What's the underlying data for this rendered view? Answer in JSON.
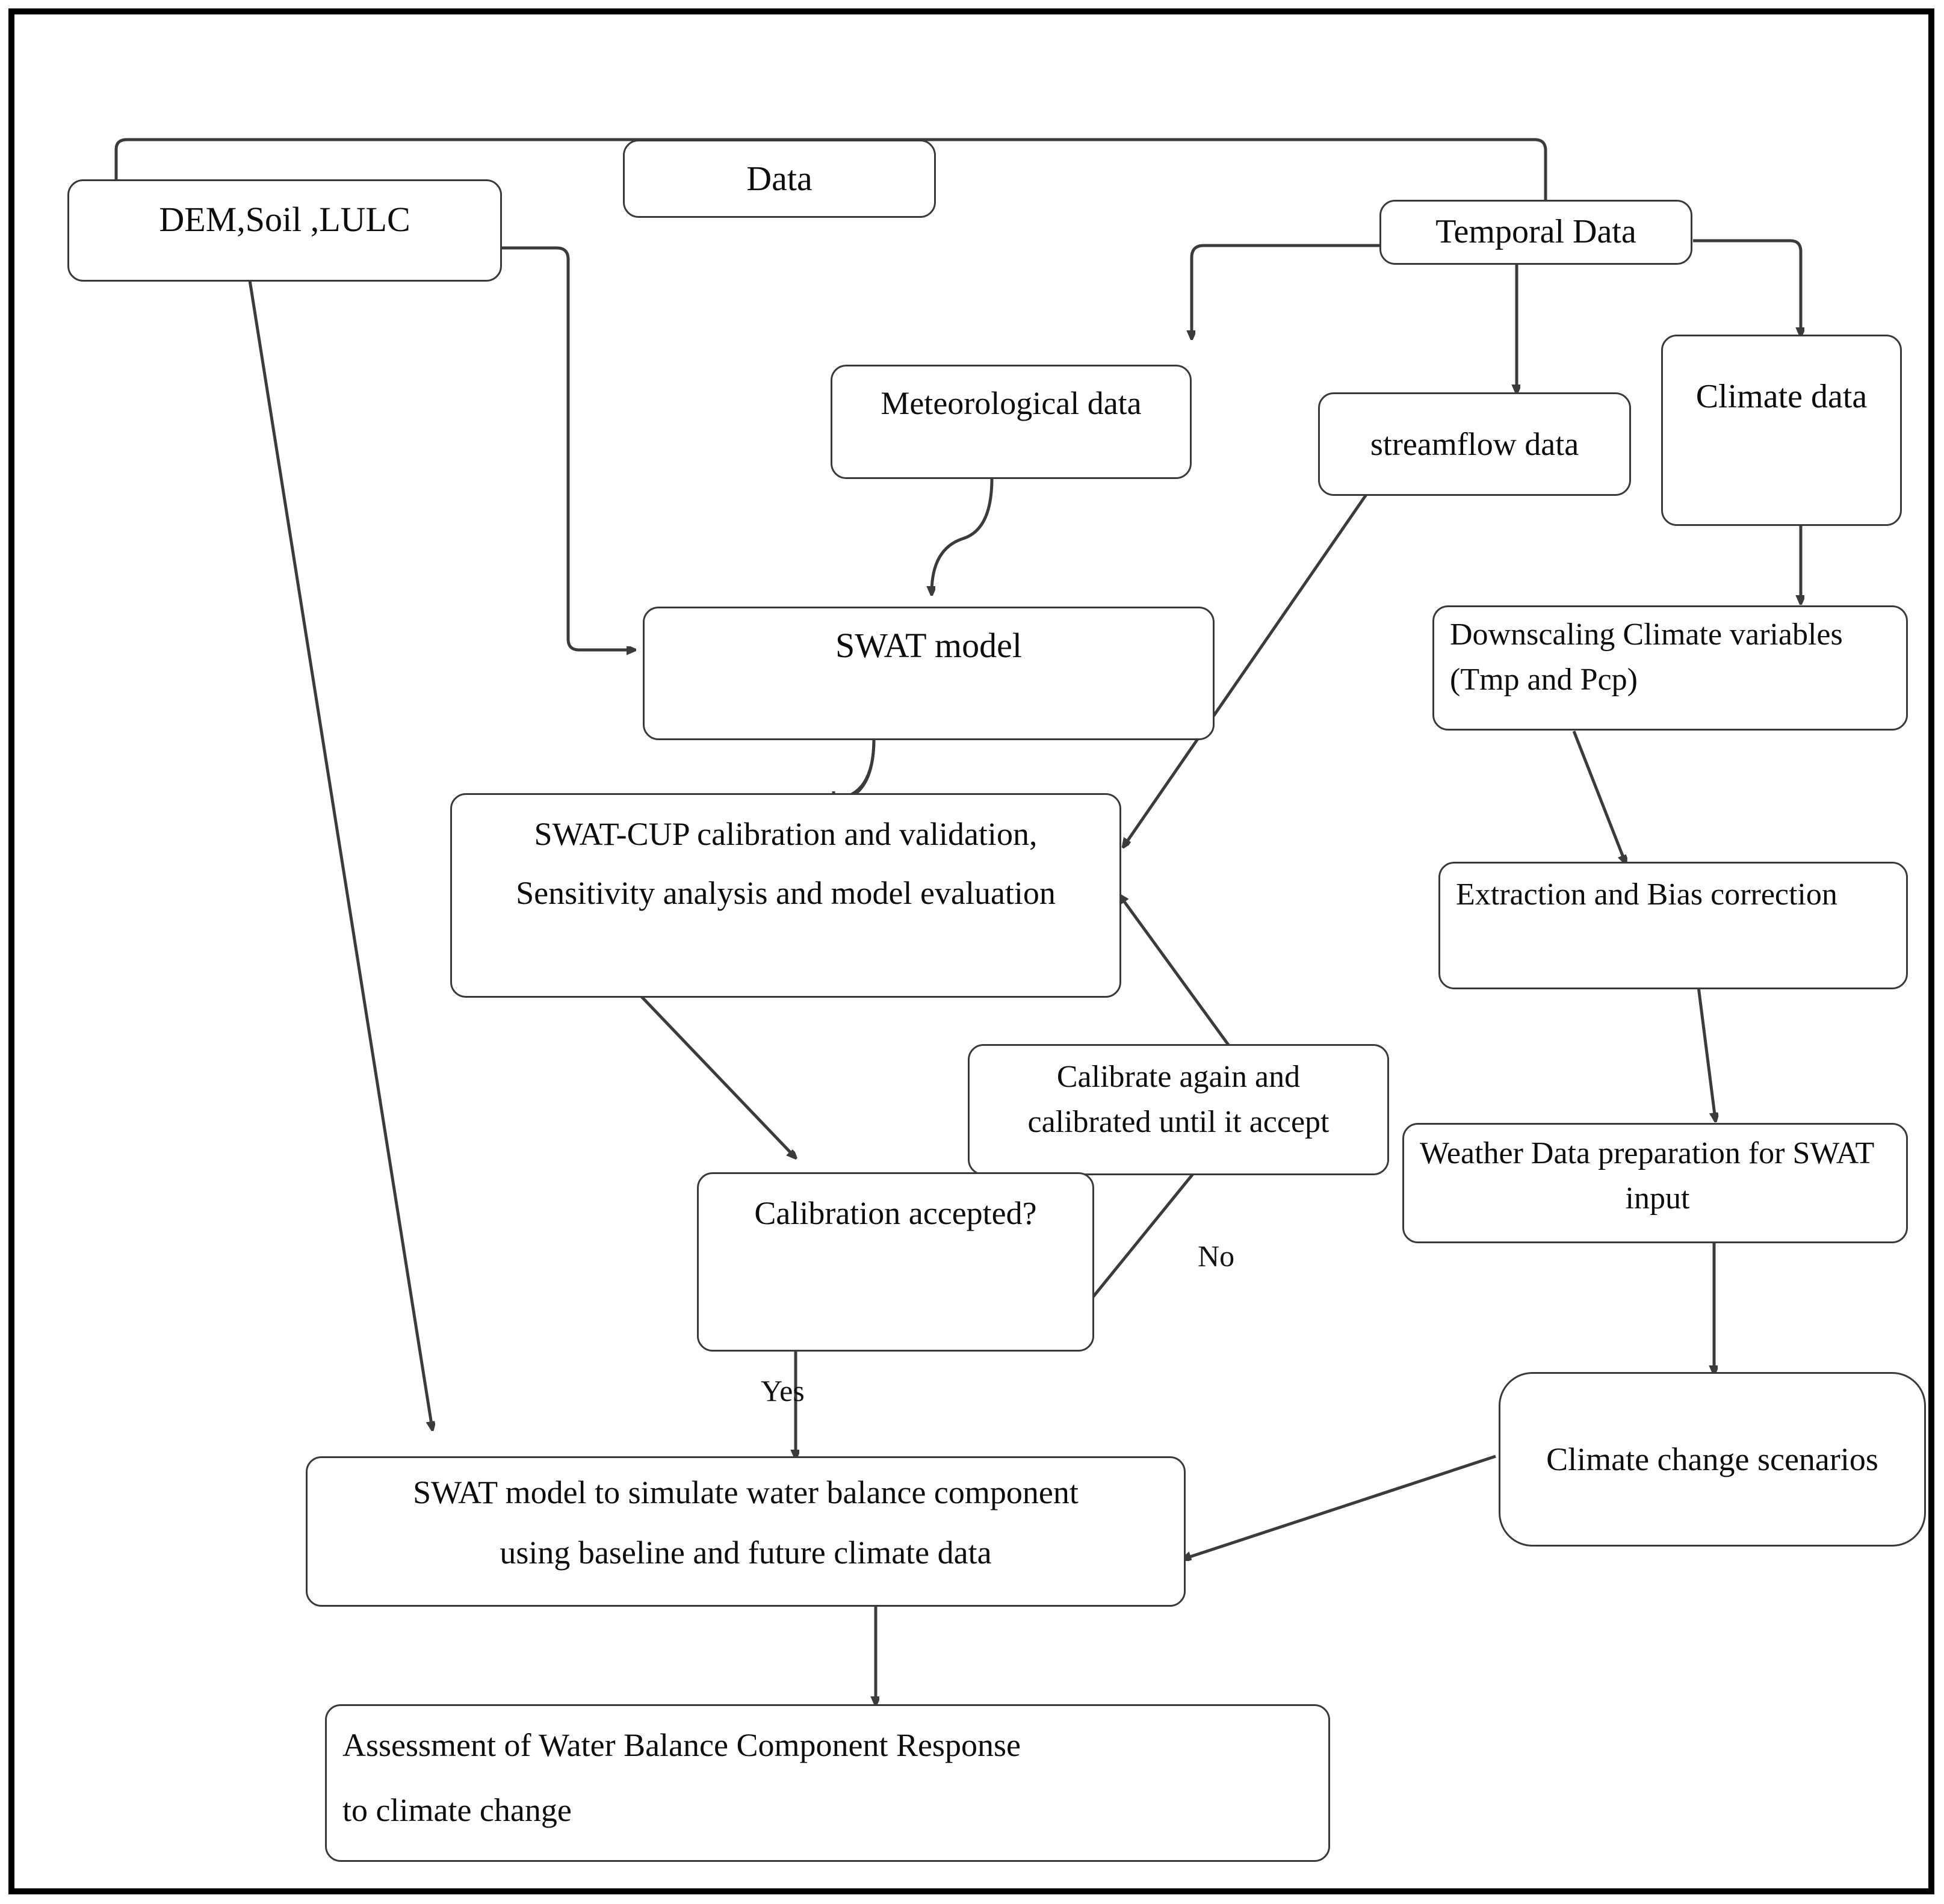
{
  "diagram": {
    "type": "flowchart",
    "title": "SWAT hydrological modelling and climate change assessment workflow",
    "nodes": [
      {
        "id": "data",
        "label": "Data"
      },
      {
        "id": "dem_soil_lulc",
        "label": "DEM,Soil ,LULC"
      },
      {
        "id": "temporal_data",
        "label": "Temporal Data"
      },
      {
        "id": "meteo_data",
        "label": "Meteorological data"
      },
      {
        "id": "streamflow_data",
        "label": "streamflow data"
      },
      {
        "id": "climate_data",
        "label": "Climate data"
      },
      {
        "id": "swat_model",
        "label": "SWAT model"
      },
      {
        "id": "downscaling_l1",
        "label": "Downscaling Climate variables"
      },
      {
        "id": "downscaling_l2",
        "label": "(Tmp and Pcp)"
      },
      {
        "id": "swatcup_l1",
        "label": "SWAT-CUP calibration and validation,"
      },
      {
        "id": "swatcup_l2",
        "label": "Sensitivity analysis and model evaluation"
      },
      {
        "id": "extraction_bias",
        "label": "Extraction and Bias correction"
      },
      {
        "id": "recalibrate_l1",
        "label": "Calibrate again and"
      },
      {
        "id": "recalibrate_l2",
        "label": "calibrated until it accept"
      },
      {
        "id": "calib_accepted",
        "label": "Calibration accepted?"
      },
      {
        "id": "weather_prep_l1",
        "label": "Weather Data preparation for SWAT"
      },
      {
        "id": "weather_prep_l2",
        "label": "input"
      },
      {
        "id": "cc_scenarios",
        "label": "Climate change scenarios"
      },
      {
        "id": "swat_sim_l1",
        "label": "SWAT model to simulate water balance component"
      },
      {
        "id": "swat_sim_l2",
        "label": "using baseline and future climate data"
      },
      {
        "id": "assessment_l1",
        "label": "Assessment of Water Balance Component Response"
      },
      {
        "id": "assessment_l2",
        "label": "to climate change"
      }
    ],
    "edge_labels": {
      "no": "No",
      "yes": "Yes"
    },
    "colors": {
      "frame": "#000000",
      "box_border": "#3a3a3a",
      "wire": "#3b3b3b",
      "text": "#0d0d0d",
      "background": "#ffffff"
    }
  }
}
